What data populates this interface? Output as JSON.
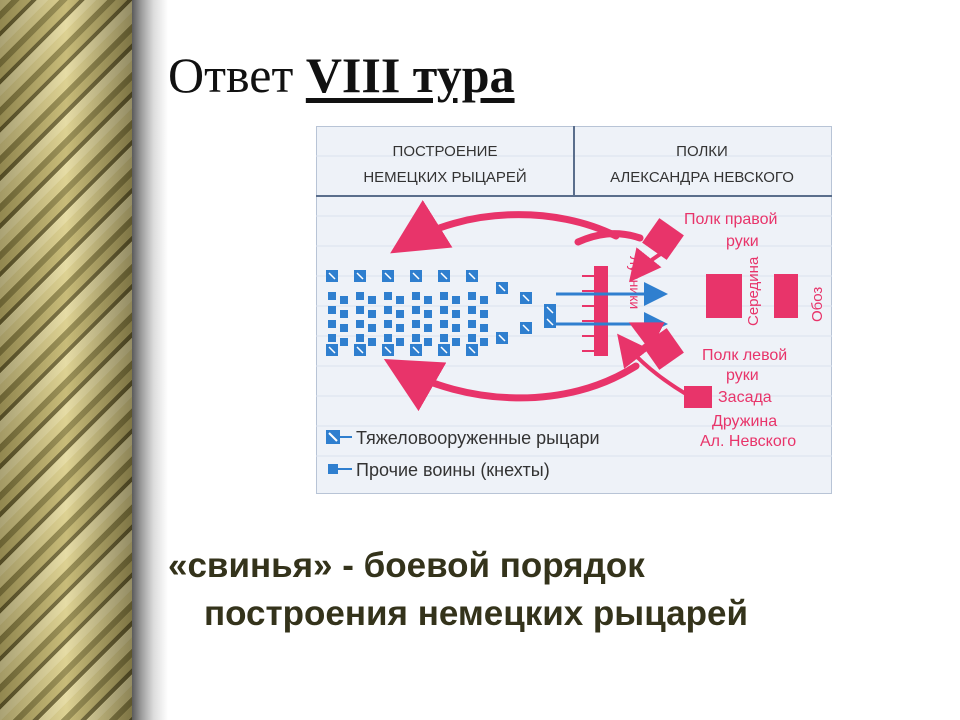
{
  "slide": {
    "title_prefix": "Ответ",
    "title_bold": "VIII тура "
  },
  "diagram": {
    "header_left_line1": "ПОСТРОЕНИЕ",
    "header_left_line2": "НЕМЕЦКИХ РЫЦАРЕЙ",
    "header_right_line1": "ПОЛКИ",
    "header_right_line2": "АЛЕКСАНДРА НЕВСКОГО",
    "right_flank_line1": "Полк правой",
    "right_flank_line2": "руки",
    "left_flank_line1": "Полк левой",
    "left_flank_line2": "руки",
    "center_label": "Середина",
    "baggage_label": "Обоз",
    "archers_label": "Лучники",
    "ambush_label": "Засада",
    "druzhina_line1": "Дружина",
    "druzhina_line2": "Ал. Невского",
    "legend_heavy": "Тяжеловооруженные рыцари",
    "legend_other": "Прочие воины (кнехты)",
    "colors": {
      "red": "#e8346a",
      "blue": "#2f7fcf",
      "bg": "#eef2f8",
      "grid": "#d3dbe8"
    },
    "icon_heavy": "knight-square-icon",
    "icon_other": "soldier-square-icon"
  },
  "caption": {
    "line1": "«свинья» - боевой порядок",
    "line2": "построения немецких рыцарей"
  }
}
